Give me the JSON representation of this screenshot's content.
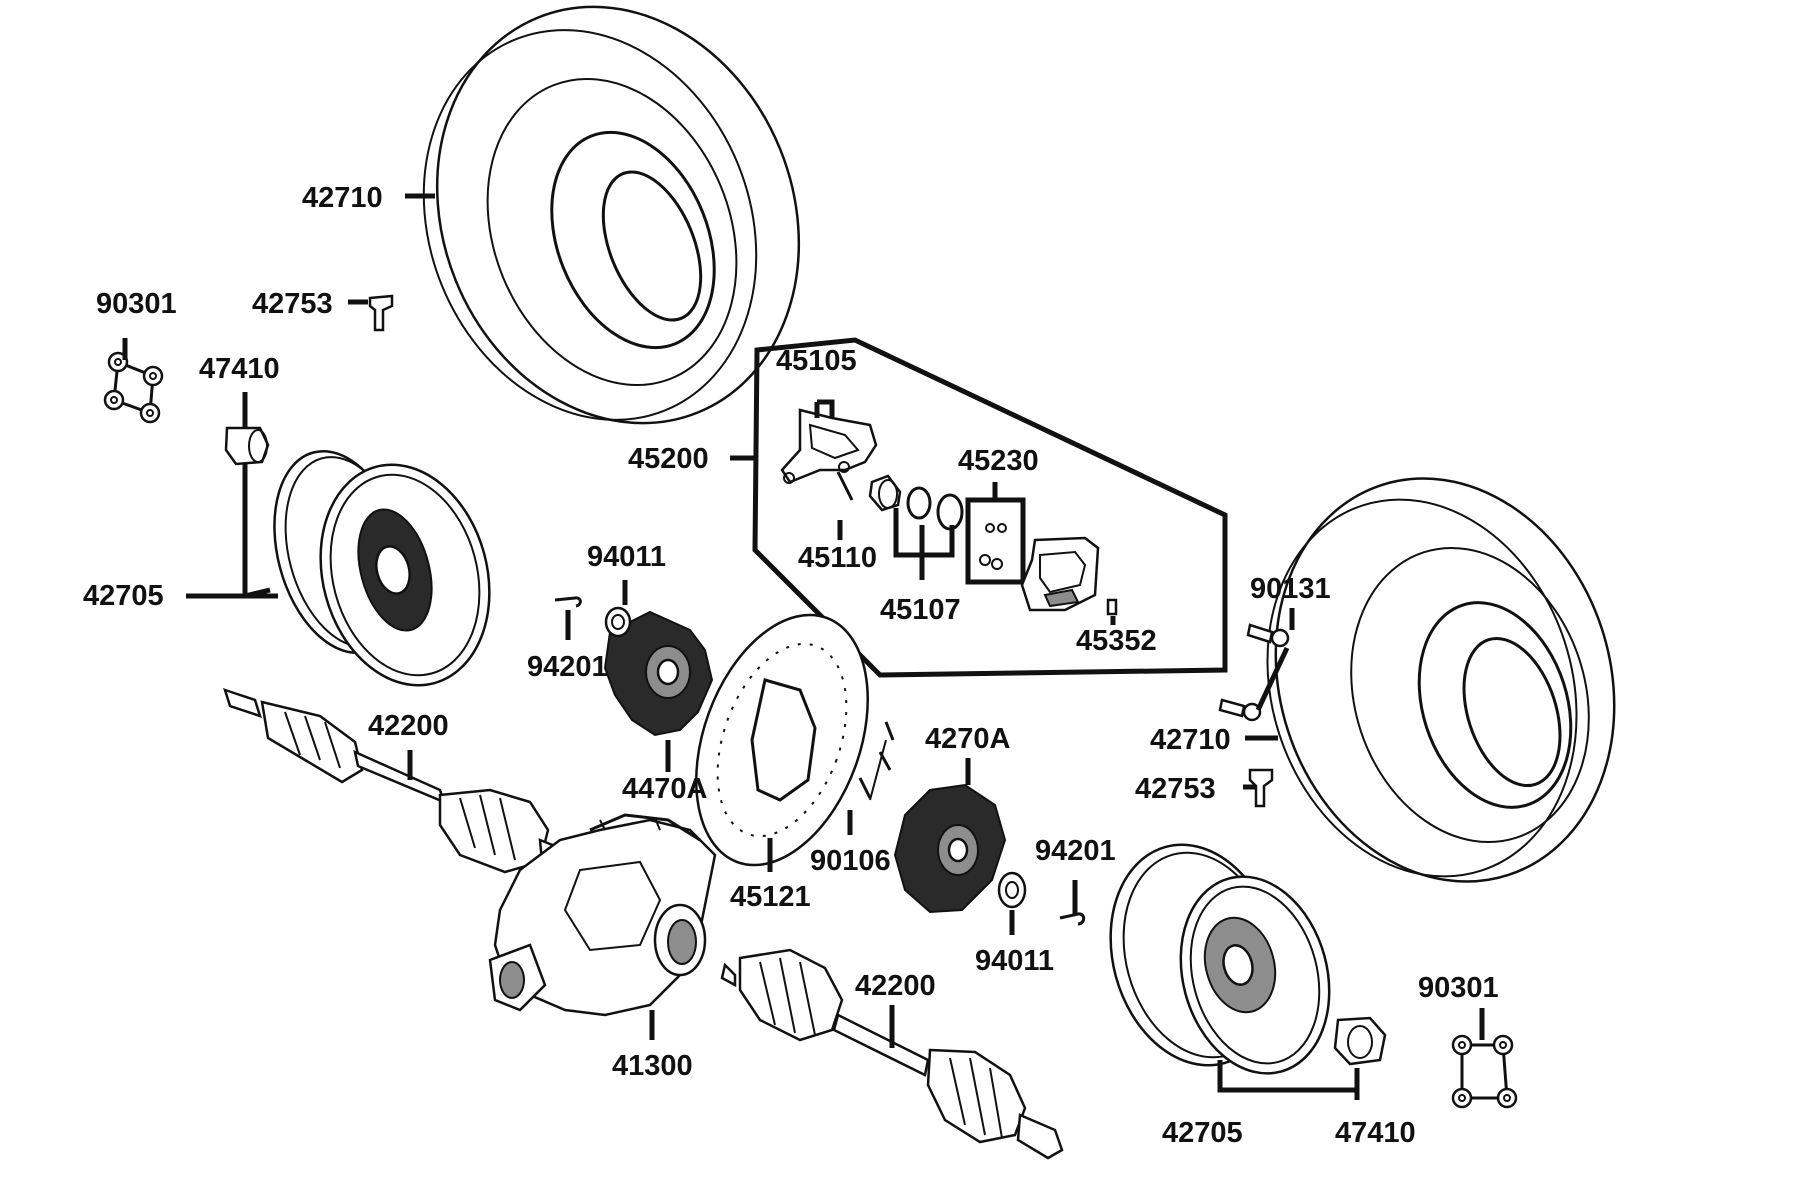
{
  "diagram": {
    "labels": {
      "tire_upper": "42710",
      "valve_upper": "42753",
      "nut_set_upper": "90301",
      "hub_cap_upper": "47410",
      "rim_upper": "42705",
      "caliper_assy": "45200",
      "bracket": "45105",
      "pin": "45110",
      "piston_set": "45107",
      "pad_set": "45230",
      "bleeder": "45352",
      "nut_left": "94011",
      "cotter_left": "94201",
      "hub_left": "4470A",
      "brake_disc": "45121",
      "disc_bolts": "90106",
      "hub_right": "4270A",
      "cotter_right": "94201",
      "nut_right": "94011",
      "driveshaft_upper": "42200",
      "driveshaft_lower": "42200",
      "final_drive": "41300",
      "bolt_right": "90131",
      "tire_lower": "42710",
      "valve_lower": "42753",
      "nut_set_lower": "90301",
      "rim_lower": "42705",
      "hub_cap_lower": "47410"
    }
  }
}
